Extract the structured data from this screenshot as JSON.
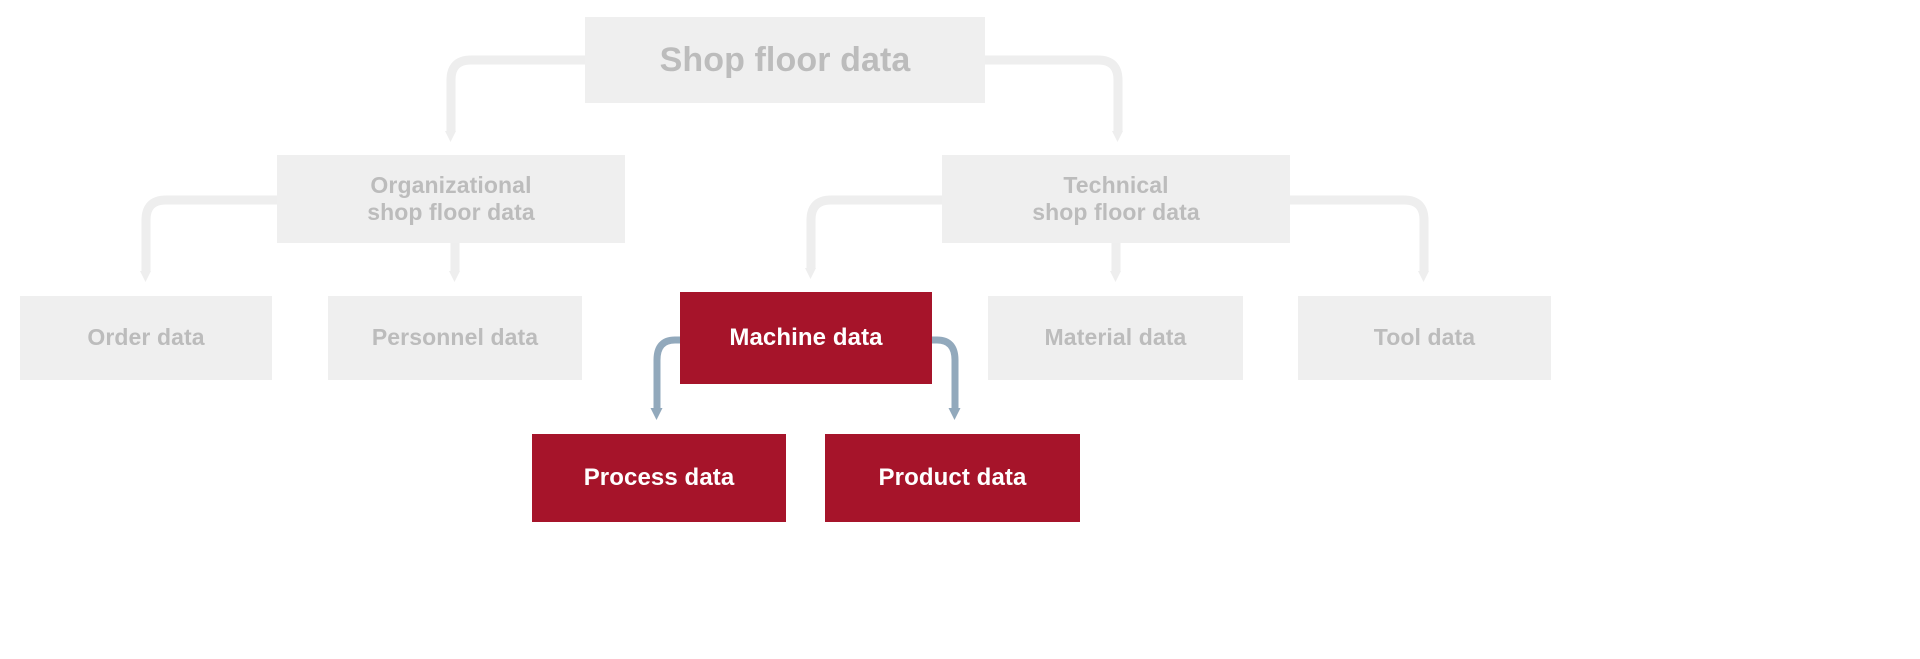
{
  "diagram": {
    "title": "Shop floor data",
    "colors": {
      "box_gray": "#efefef",
      "text_gray": "#bcbcbc",
      "box_red": "#a6142a",
      "text_white": "#ffffff",
      "connector_gray": "#efefef",
      "connector_blue": "#92a9bc",
      "background": "#ffffff"
    },
    "levels": {
      "root": {
        "label": "Shop floor data"
      },
      "categories": [
        {
          "id": "organizational",
          "label": "Organizational\nshop floor data"
        },
        {
          "id": "technical",
          "label": "Technical\nshop floor data"
        }
      ],
      "data_types": [
        {
          "id": "order",
          "label": "Order data",
          "highlight": false
        },
        {
          "id": "personnel",
          "label": "Personnel data",
          "highlight": false
        },
        {
          "id": "machine",
          "label": "Machine data",
          "highlight": true
        },
        {
          "id": "material",
          "label": "Material data",
          "highlight": false
        },
        {
          "id": "tool",
          "label": "Tool data",
          "highlight": false
        }
      ],
      "machine_sub_data": [
        {
          "id": "process",
          "label": "Process data",
          "highlight": true
        },
        {
          "id": "product",
          "label": "Product data",
          "highlight": true
        }
      ]
    },
    "edges": [
      {
        "from": "root",
        "to": "organizational",
        "style": "gray-elbow-arrow"
      },
      {
        "from": "root",
        "to": "technical",
        "style": "gray-elbow-arrow"
      },
      {
        "from": "organizational",
        "to": "order",
        "style": "gray-elbow-arrow"
      },
      {
        "from": "organizational",
        "to": "personnel",
        "style": "gray-straight-arrow"
      },
      {
        "from": "technical",
        "to": "machine",
        "style": "gray-elbow-arrow"
      },
      {
        "from": "technical",
        "to": "material",
        "style": "gray-straight-arrow"
      },
      {
        "from": "technical",
        "to": "tool",
        "style": "gray-elbow-arrow"
      },
      {
        "from": "machine",
        "to": "process",
        "style": "blue-elbow-arrow"
      },
      {
        "from": "machine",
        "to": "product",
        "style": "blue-elbow-arrow"
      }
    ]
  }
}
